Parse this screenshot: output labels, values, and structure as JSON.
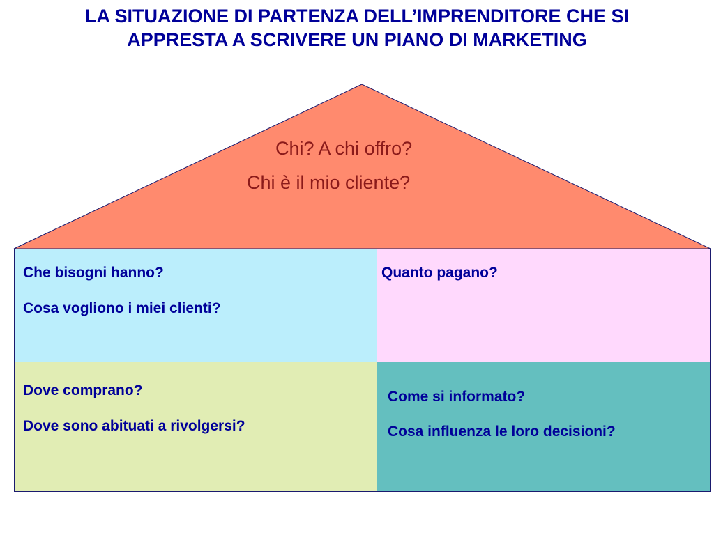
{
  "title": {
    "line1": "LA SITUAZIONE DI PARTENZA DELL’IMPRENDITORE CHE SI",
    "line2": "APPRESTA A SCRIVERE UN PIANO DI MARKETING"
  },
  "roof": {
    "line1": "Chi? A chi offro?",
    "line2": "Chi è il mio cliente?",
    "fill_color": "#ff8a6e"
  },
  "quadrants": {
    "top_left": {
      "q1": "Che bisogni hanno?",
      "q2": "Cosa vogliono i miei clienti?",
      "color": "#bbeefc"
    },
    "top_right": {
      "q1": "Quanto pagano?",
      "color": "#ffd9fd"
    },
    "bottom_left": {
      "q1": "Dove comprano?",
      "q2": "Dove sono abituati a rivolgersi?",
      "color": "#e1edb4"
    },
    "bottom_right": {
      "q1": "Come si informato?",
      "q2": "Cosa influenza le loro decisioni?",
      "color": "#64bfbf"
    }
  }
}
